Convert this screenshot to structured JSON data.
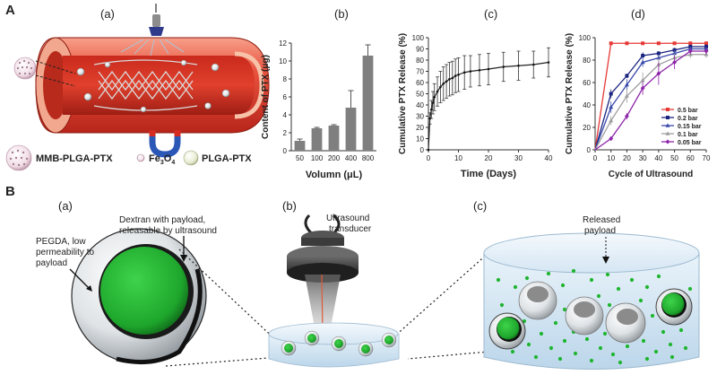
{
  "panelA": {
    "label": "A",
    "sub_a": "(a)",
    "sub_b": "(b)",
    "sub_c": "(c)",
    "sub_d": "(d)",
    "legend": {
      "mmb": "MMB-PLGA-PTX",
      "fe": "Fe",
      "fe_sub3": "3",
      "fe_o": "O",
      "fe_sub4": "4",
      "plga": "PLGA-PTX"
    }
  },
  "panelB": {
    "label": "B",
    "sub_a": "(a)",
    "sub_b": "(b)",
    "sub_c": "(c)",
    "dextran_line1": "Dextran with payload,",
    "dextran_line2": "releasable by ultrasound",
    "pegda_line1": "PEGDA, low",
    "pegda_line2": "permeability to",
    "pegda_line3": "payload",
    "transducer_line1": "Ultrasound",
    "transducer_line2": "transducer",
    "released_line1": "Released",
    "released_line2": "payload"
  },
  "chart_data": [
    {
      "type": "bar",
      "ylabel": "Content of PTX (μg)",
      "xlabel": "Volumn (μL)",
      "categories": [
        "50",
        "100",
        "200",
        "400",
        "800"
      ],
      "values": [
        1.1,
        2.5,
        2.8,
        4.8,
        10.6
      ],
      "errors": [
        0.2,
        0.1,
        0.1,
        1.9,
        1.2
      ],
      "ylim": [
        0,
        12
      ],
      "yticks": [
        0,
        2,
        4,
        6,
        8,
        10,
        12
      ],
      "color": "#7f7f7f"
    },
    {
      "type": "line",
      "ylabel": "Cumulative PTX Release (%)",
      "xlabel": "Time (Days)",
      "xlim": [
        0,
        40
      ],
      "ylim": [
        0,
        100
      ],
      "xticks": [
        0,
        10,
        20,
        30,
        40
      ],
      "yticks": [
        0,
        10,
        20,
        30,
        40,
        50,
        60,
        70,
        80,
        90,
        100
      ],
      "x": [
        0,
        0.5,
        1,
        1.5,
        2,
        3,
        4,
        5,
        6,
        7,
        8,
        9,
        10,
        12,
        14,
        17,
        20,
        25,
        30,
        35,
        40
      ],
      "y": [
        0,
        28,
        36,
        42,
        47,
        52,
        56,
        59,
        61,
        63,
        64,
        66,
        67,
        69,
        70,
        71,
        72,
        74,
        75,
        76,
        78
      ],
      "err": [
        0,
        5,
        8,
        10,
        12,
        13,
        14,
        15,
        15,
        15,
        15,
        15,
        15,
        15,
        14,
        14,
        14,
        13,
        13,
        12,
        13
      ],
      "color": "#222222"
    },
    {
      "type": "line",
      "ylabel": "Cumulative PTX Release (%)",
      "xlabel": "Cycle of Ultrasound",
      "xlim": [
        0,
        70
      ],
      "ylim": [
        0,
        100
      ],
      "xticks": [
        0,
        10,
        20,
        30,
        40,
        50,
        60,
        70
      ],
      "yticks": [
        0,
        20,
        40,
        60,
        80,
        100
      ],
      "legend_position": "bottom-right",
      "x": [
        0,
        10,
        20,
        30,
        40,
        50,
        60,
        70
      ],
      "series": [
        {
          "name": "0.5 bar",
          "color": "#e53935",
          "marker": "square",
          "values": [
            0,
            95,
            95,
            95,
            95,
            95,
            95,
            95
          ],
          "err": [
            0,
            1,
            1,
            1,
            1,
            1,
            1,
            1
          ]
        },
        {
          "name": "0.2 bar",
          "color": "#1a237e",
          "marker": "square",
          "values": [
            0,
            50,
            66,
            84,
            86,
            89,
            92,
            92
          ],
          "err": [
            0,
            4,
            2,
            3,
            2,
            2,
            2,
            2
          ]
        },
        {
          "name": "0.15 bar",
          "color": "#3949ab",
          "marker": "triangle",
          "values": [
            0,
            38,
            58,
            78,
            82,
            86,
            90,
            90
          ],
          "err": [
            0,
            5,
            5,
            4,
            3,
            3,
            2,
            2
          ]
        },
        {
          "name": "0.1 bar",
          "color": "#9e9e9e",
          "marker": "triangle",
          "values": [
            0,
            26,
            48,
            62,
            76,
            82,
            85,
            85
          ],
          "err": [
            0,
            4,
            6,
            7,
            6,
            4,
            3,
            3
          ]
        },
        {
          "name": "0.05 bar",
          "color": "#8e24aa",
          "marker": "diamond",
          "values": [
            0,
            10,
            30,
            55,
            68,
            78,
            88,
            88
          ],
          "err": [
            0,
            2,
            3,
            6,
            10,
            6,
            3,
            3
          ]
        }
      ]
    }
  ]
}
